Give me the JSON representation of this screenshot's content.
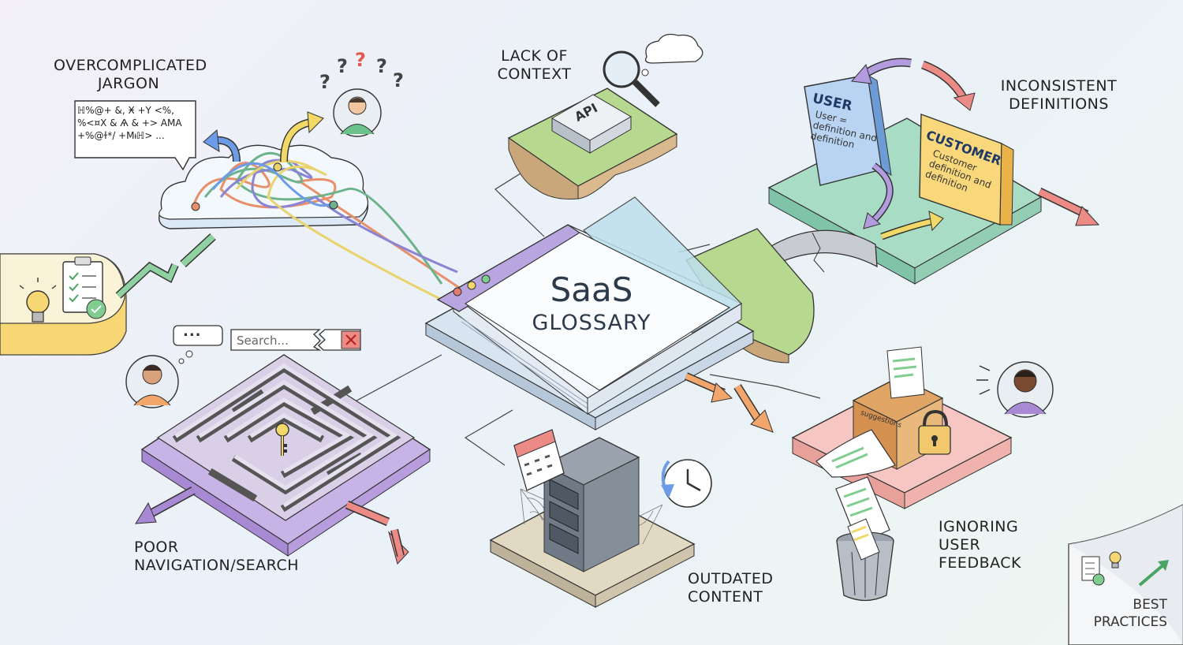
{
  "center": {
    "title": "SaaS",
    "subtitle": "GLOSSARY"
  },
  "labels": {
    "jargon": [
      "OVERCOMPLICATED",
      "JARGON"
    ],
    "context": [
      "LACK OF",
      "CONTEXT"
    ],
    "inconsistent": [
      "INCONSISTENT",
      "DEFINITIONS"
    ],
    "navigation": [
      "POOR",
      "NAVIGATION/SEARCH"
    ],
    "outdated": [
      "OUTDATED",
      "CONTENT"
    ],
    "feedback": [
      "IGNORING",
      "USER",
      "FEEDBACK"
    ],
    "best": [
      "BEST",
      "PRACTICES"
    ]
  },
  "jargon_bubble": [
    "ℍ%@+ &, Ӿ +Y <%,",
    "%<¤X & Ѧ & +> AMA",
    "+%@ɫ*/ +Mᵼℍ> ..."
  ],
  "api_tag": "API",
  "search": {
    "placeholder": "Search..."
  },
  "thinking_dots": "...",
  "cards": {
    "user": {
      "title": "USER",
      "body": [
        "User =",
        "definition and",
        "definition"
      ]
    },
    "customer": {
      "title": "CUSTOMER",
      "body": [
        "Customer",
        "definition and",
        "definition"
      ]
    }
  },
  "suggestion_box": "suggestions",
  "colors": {
    "accent_blue": "#8fb8e8",
    "accent_purple": "#b9a6e0",
    "accent_green": "#9ccf8a",
    "accent_yellow": "#f7d774",
    "accent_red": "#ec8a86"
  }
}
